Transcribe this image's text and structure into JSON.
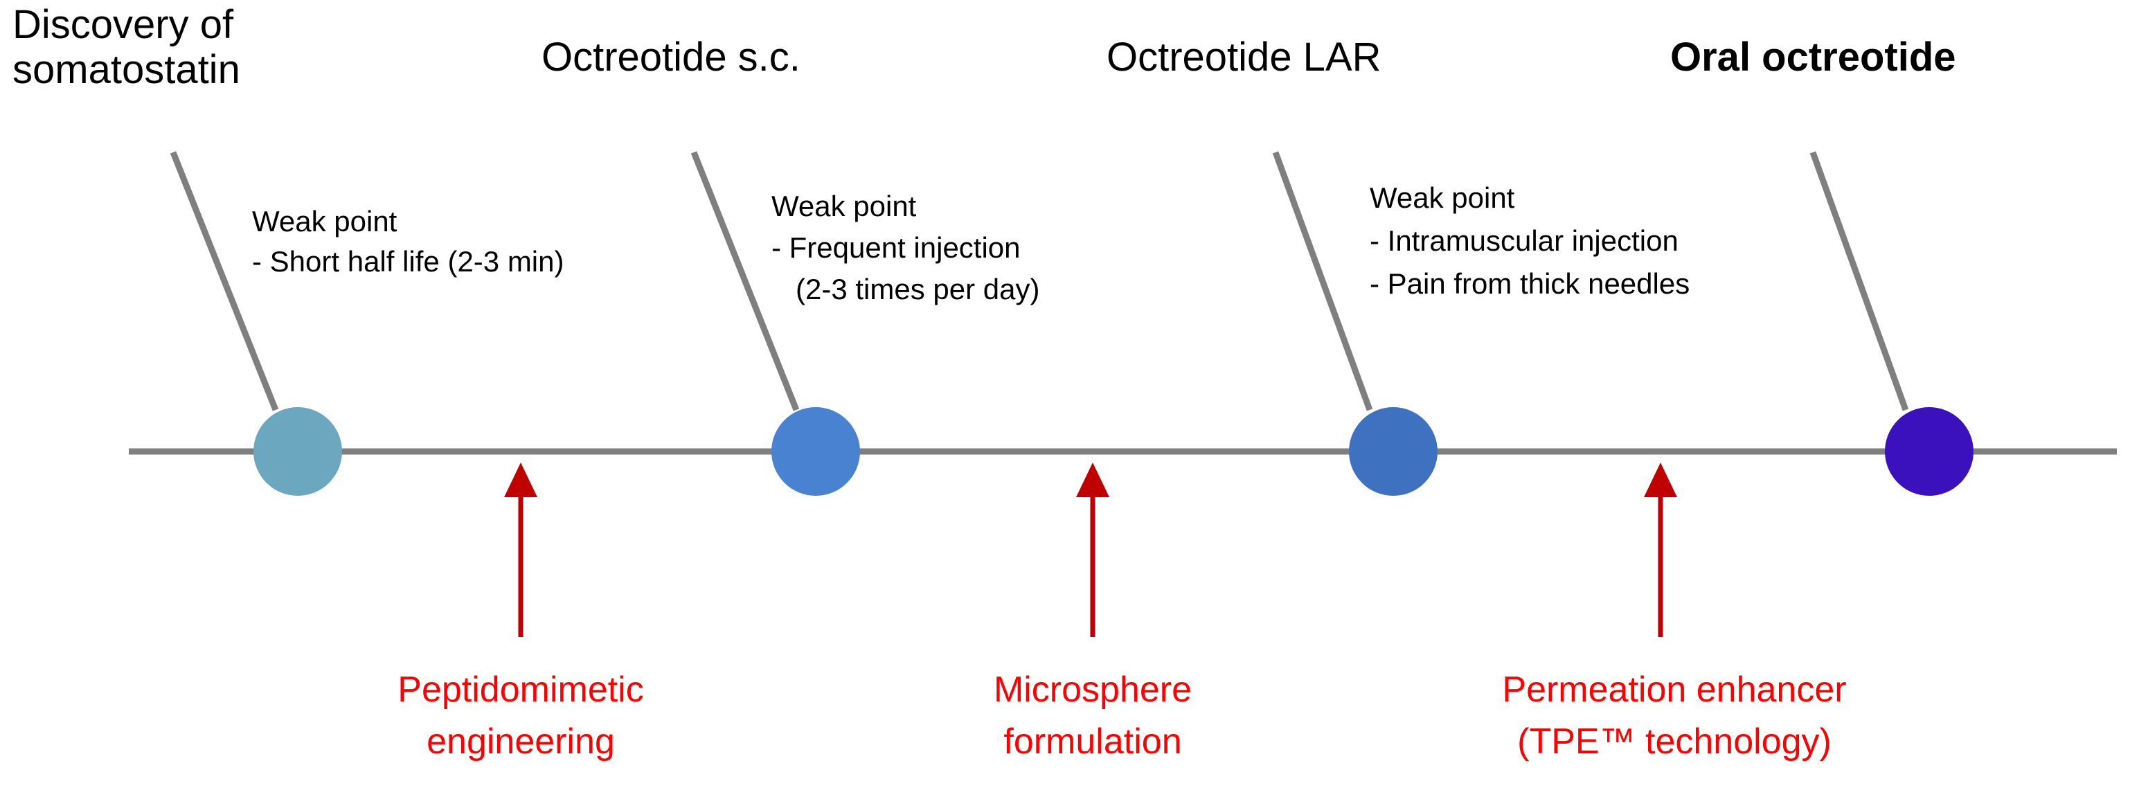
{
  "diagram": {
    "type": "timeline",
    "background_color": "#FFFFFF",
    "axis_color": "#7F7F7F",
    "stem_color": "#7F7F7F",
    "arrow_color": "#C00000",
    "tech_label_color": "#FF0000",
    "title_color": "#000000"
  },
  "milestones": [
    {
      "title": "Discovery of",
      "title_line2": "somatostatin",
      "node_color": "#6BA8C0",
      "weak_heading": "Weak point",
      "weak_line1": "- Short half life (2-3 min)",
      "weak_line2": "",
      "weak_line3": ""
    },
    {
      "title": "Octreotide s.c.",
      "title_line2": "",
      "node_color": "#4A82D2",
      "weak_heading": "Weak point",
      "weak_line1": "- Frequent injection",
      "weak_line2": "   (2-3 times per day)",
      "weak_line3": ""
    },
    {
      "title": "Octreotide LAR",
      "title_line2": "",
      "node_color": "#3E71C0",
      "weak_heading": "Weak point",
      "weak_line1": "- Intramuscular injection",
      "weak_line2": "- Pain from thick needles",
      "weak_line3": ""
    },
    {
      "title": "Oral octreotide",
      "title_line2": "",
      "node_color": "#3B11BE",
      "weak_heading": "",
      "weak_line1": "",
      "weak_line2": "",
      "weak_line3": ""
    }
  ],
  "technologies": [
    {
      "line1": "Peptidomimetic",
      "line2": "engineering"
    },
    {
      "line1": "Microsphere",
      "line2": "formulation"
    },
    {
      "line1": "Permeation enhancer",
      "line2": "(TPE™ technology)"
    }
  ]
}
